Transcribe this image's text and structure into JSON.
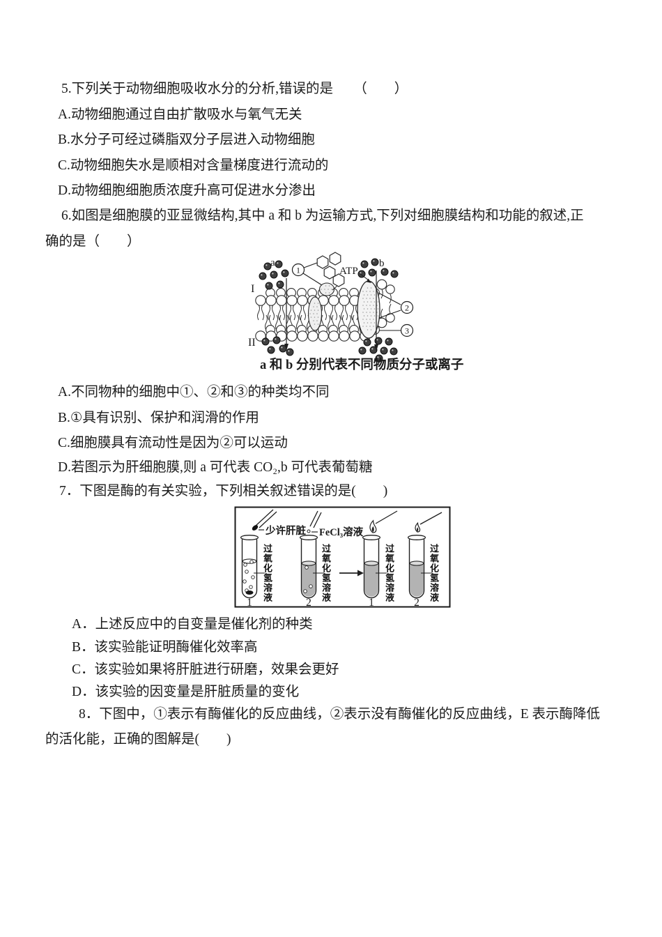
{
  "q5": {
    "stem": "5.下列关于动物细胞吸收水分的分析,错误的是　　（　　）",
    "options": [
      "A.动物细胞通过自由扩散吸水与氧气无关",
      "B.水分子可经过磷脂双分子层进入动物细胞",
      "C.动物细胞失水是顺相对含量梯度进行流动的",
      "D.动物细胞细胞质浓度升高可促进水分渗出"
    ]
  },
  "q6": {
    "stem_line1": "6.如图是细胞膜的亚显微结构,其中 a 和 b 为运输方式,下列对细胞膜结构和功能的叙述,正",
    "stem_line2": "确的是（　　）",
    "options": [
      "A.不同物种的细胞中①、②和③的种类均不同",
      "B.①具有识别、保护和润滑的作用",
      "C.细胞膜具有流动性是因为②可以运动",
      "D.若图示为肝细胞膜,则 a 可代表 CO₂,b 可代表葡萄糖"
    ]
  },
  "q7": {
    "stem": "7．下图是酶的有关实验，下列相关叙述错误的是(　　)",
    "options": [
      "A．上述反应中的自变量是催化剂的种类",
      "B．该实验能证明酶催化效率高",
      "C．该实验如果将肝脏进行研磨，效果会更好",
      "D．该实验的因变量是肝脏质量的变化"
    ]
  },
  "q8": {
    "stem_line1": "8．下图中，①表示有酶催化的反应曲线，②表示没有酶催化的反应曲线，E 表示酶降低",
    "stem_line2": "的活化能，正确的图解是(　　)"
  },
  "membrane_figure": {
    "label_a": "a",
    "label_b": "b",
    "label_atp": "ATP",
    "callout_1": "1",
    "callout_2": "2",
    "callout_3": "3",
    "side_outer": "I",
    "side_inner": "II",
    "caption": "a 和 b 分别代表不同物质分子或离子"
  },
  "enzyme_figure": {
    "tube1_addition": "少许肝脏",
    "tube2_addition": "FeCl₃溶液",
    "solution_label": "过氧化氢溶液",
    "tube_numbers": [
      "1",
      "2",
      "1",
      "2"
    ]
  }
}
